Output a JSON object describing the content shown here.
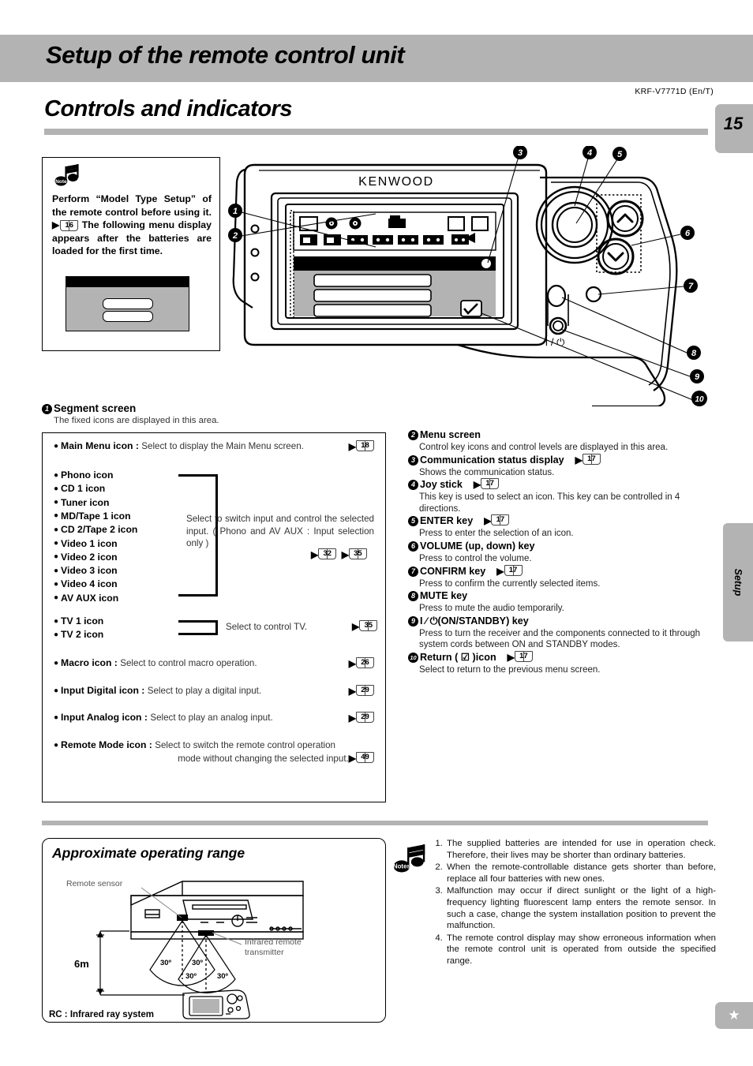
{
  "header": {
    "chapter_title": "Setup of the remote control unit",
    "model_code": "KRF-V7771D (En/T)",
    "section_title": "Controls and indicators",
    "page_number": "15",
    "side_tab_label": "Setup",
    "star_icon": "star-icon"
  },
  "note_box": {
    "icon": "note-icon",
    "text_line1": "Perform “Model Type Setup” of the remote control before using it.",
    "ref1": "16",
    "text_line2": "The following menu display appears after the batteries are loaded for the first time."
  },
  "remote": {
    "brand": "KENWOOD",
    "power_symbol": "I / ⏻",
    "callouts": [
      "1",
      "2",
      "3",
      "4",
      "5",
      "6",
      "7",
      "8",
      "9",
      "10"
    ]
  },
  "segment_section": {
    "number": "1",
    "title": "Segment screen",
    "subtitle": "The fixed icons are displayed in this area."
  },
  "icon_list": {
    "main_menu": {
      "label": "Main Menu icon",
      "sep": " : ",
      "desc": "Select to display the Main Menu screen.",
      "ref": "18"
    },
    "input_icons": [
      "Phono icon",
      "CD 1 icon",
      "Tuner icon",
      "MD/Tape 1 icon",
      "CD 2/Tape 2 icon",
      "Video 1 icon",
      "Video 2 icon",
      "Video 3 icon",
      "Video 4 icon",
      "AV AUX icon"
    ],
    "input_desc": "Select to switch input and control the selected input. ( Phono and AV AUX : Input selection only )",
    "input_ref1": "32",
    "input_ref2": "35",
    "tv_icons": [
      "TV 1 icon",
      "TV 2 icon"
    ],
    "tv_desc": "Select to control TV.",
    "tv_ref": "35",
    "macro": {
      "label": "Macro icon",
      "sep": " : ",
      "desc": "Select to control macro operation.",
      "ref": "26"
    },
    "input_digital": {
      "label": "Input Digital icon",
      "sep": " : ",
      "desc": "Select to play a digital input.",
      "ref": "29"
    },
    "input_analog": {
      "label": "Input Analog icon",
      "sep": " : ",
      "desc": "Select to play an analog input.",
      "ref": "29"
    },
    "remote_mode": {
      "label": "Remote Mode icon",
      "sep": " : ",
      "desc_line1": "Select to switch the remote control operation",
      "desc_line2": "mode without changing the selected input.",
      "ref": "49"
    }
  },
  "controls": [
    {
      "num": "2",
      "title": "Menu screen",
      "ref": "",
      "body": "Control key icons and control levels are displayed in this area."
    },
    {
      "num": "3",
      "title": "Communication status display",
      "ref": "17",
      "body": "Shows the communication status."
    },
    {
      "num": "4",
      "title": "Joy stick",
      "ref": "17",
      "body": "This key is used to select an icon. This key can be controlled in 4 directions."
    },
    {
      "num": "5",
      "title": "ENTER key",
      "ref": "17",
      "body": "Press to enter the selection of an icon."
    },
    {
      "num": "6",
      "title": "VOLUME (up, down) key",
      "ref": "",
      "body": "Press to control the volume."
    },
    {
      "num": "7",
      "title": "CONFIRM key",
      "ref": "17",
      "body": "Press to confirm the currently selected items."
    },
    {
      "num": "8",
      "title": "MUTE key",
      "ref": "",
      "body": "Press to mute the audio temporarily."
    },
    {
      "num": "9",
      "title": "I ∕ ⏻(ON/STANDBY) key",
      "ref": "",
      "body": "Press to turn the receiver and the components connected to it through system cords between ON and STANDBY modes."
    },
    {
      "num": "10",
      "title_pre": "Return ( ",
      "title_post": " )icon",
      "title": "Return ( ☑ )icon",
      "ref": "17",
      "body": "Select to return to the previous menu screen."
    }
  ],
  "operating_range": {
    "title": "Approximate operating range",
    "remote_sensor_label": "Remote sensor",
    "transmitter_label_line1": "Infrared remote",
    "transmitter_label_line2": "transmitter",
    "distance": "6m",
    "angles": [
      "30º",
      "30º",
      "30º",
      "30º"
    ],
    "footer": "RC : Infrared ray system"
  },
  "notes": {
    "icon": "notes-icon",
    "items": [
      "The supplied batteries are intended for use in operation check. Therefore, their lives may be shorter than ordinary batteries.",
      "When the remote-controllable distance gets shorter than before, replace all four batteries with new ones.",
      "Malfunction may occur if direct sunlight or the light of a high-frequency lighting fluorescent lamp enters the remote sensor. In such a case, change the system installation position to prevent the malfunction.",
      "The remote control display may show erroneous information when the remote control unit is operated from outside the specified range."
    ]
  },
  "colors": {
    "gray_bar": "#b3b3b3",
    "screen_gray": "#b3b3b3",
    "black": "#000000"
  }
}
